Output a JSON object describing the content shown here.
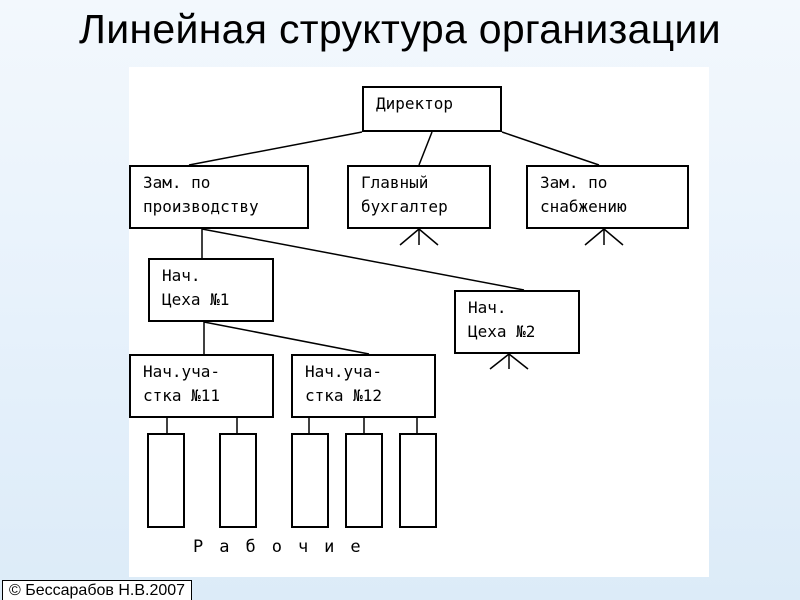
{
  "slide": {
    "title": "Линейная структура организации",
    "copyright": "© Бессарабов Н.В.2007"
  },
  "diagram": {
    "boxes": {
      "director": "Директор",
      "deputy_production": "Зам. по\nпроизводству",
      "chief_accountant": "Главный\nбухгалтер",
      "deputy_supply": "Зам. по\nснабжению",
      "shop_head_1": "Нач.\nЦеха №1",
      "shop_head_2": "Нач.\nЦеха №2",
      "section_head_11": "Нач.уча-\nстка №11",
      "section_head_12": "Нач.уча-\nстка №12"
    },
    "workers_label": "Рабочие"
  }
}
